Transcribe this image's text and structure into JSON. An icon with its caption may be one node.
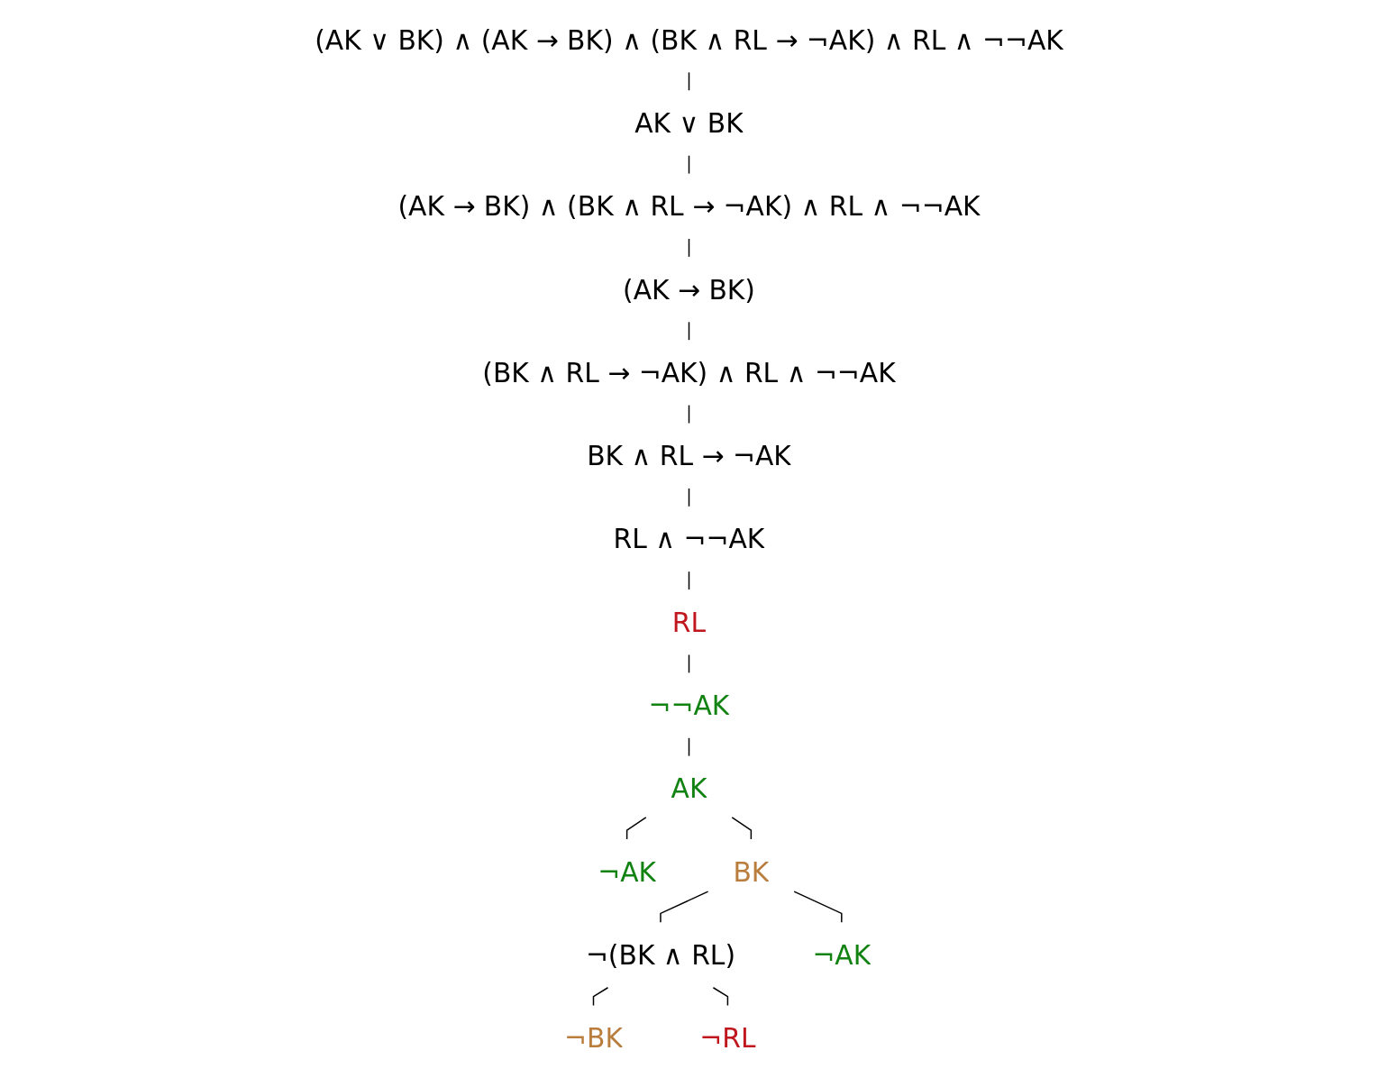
{
  "diagram": {
    "nodes": [
      {
        "text": [
          "(AK ∨ BK) ∧ (AK → BK) ∧ (BK ∧ RL → ¬AK) ∧ RL ∧ ¬¬AK"
        ]
      },
      {
        "text": [
          "AK ∨ BK"
        ]
      },
      {
        "text": [
          "(AK → BK) ∧ (BK ∧ RL → ¬AK) ∧ RL ∧ ¬¬AK"
        ]
      },
      {
        "text": [
          "(AK → BK)"
        ]
      },
      {
        "text": [
          "(BK ∧ RL → ¬AK) ∧ RL ∧ ¬¬AK"
        ]
      },
      {
        "text": [
          "BK ∧ RL → ¬AK"
        ]
      },
      {
        "text": [
          "RL ∧ ¬¬AK"
        ]
      },
      {
        "text": [
          "RL"
        ]
      },
      {
        "text": [
          "¬¬AK"
        ]
      },
      {
        "text": [
          "AK"
        ]
      },
      {
        "text": [
          "¬AK"
        ]
      },
      {
        "text": [
          "BK"
        ]
      },
      {
        "text": [
          "¬(BK ∧ RL)"
        ]
      },
      {
        "text": [
          "¬AK"
        ]
      },
      {
        "text": [
          "¬BK"
        ]
      },
      {
        "text": [
          "¬RL"
        ]
      }
    ],
    "edges": [
      {
        "from": 0,
        "to": 1,
        "arrow": "none"
      },
      {
        "from": 1,
        "to": 2,
        "arrow": "none"
      },
      {
        "from": 2,
        "to": 3,
        "arrow": "none"
      },
      {
        "from": 3,
        "to": 4,
        "arrow": "none"
      },
      {
        "from": 4,
        "to": 5,
        "arrow": "none"
      },
      {
        "from": 5,
        "to": 6,
        "arrow": "none"
      },
      {
        "from": 6,
        "to": 7,
        "arrow": "none"
      },
      {
        "from": 7,
        "to": 8,
        "arrow": "none"
      },
      {
        "from": 8,
        "to": 9,
        "arrow": "none"
      },
      {
        "from": 9,
        "to": 10,
        "arrow": "none"
      },
      {
        "from": 9,
        "to": 11,
        "arrow": "none"
      },
      {
        "from": 11,
        "to": 12,
        "arrow": "none"
      },
      {
        "from": 11,
        "to": 13,
        "arrow": "none"
      },
      {
        "from": 12,
        "to": 14,
        "arrow": "none"
      },
      {
        "from": 12,
        "to": 15,
        "arrow": "none"
      }
    ]
  }
}
